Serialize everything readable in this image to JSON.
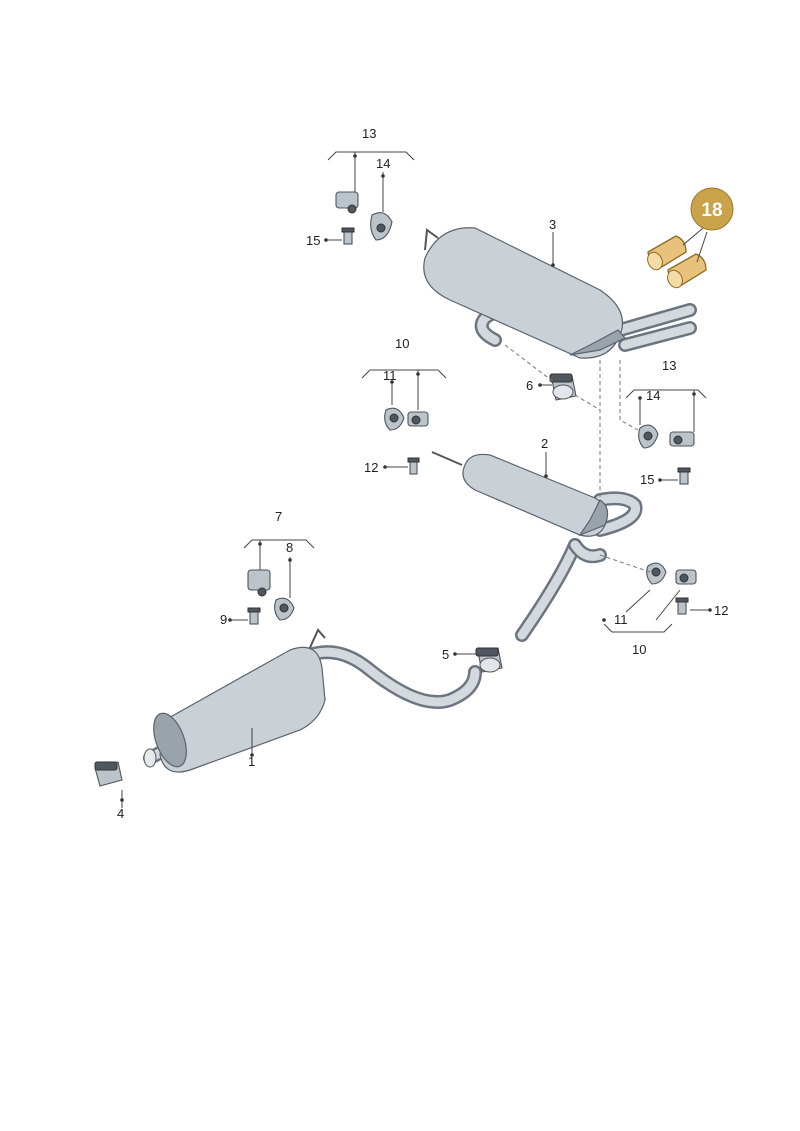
{
  "labels": {
    "l1": "1",
    "l2": "2",
    "l3": "3",
    "l4": "4",
    "l5": "5",
    "l6": "6",
    "l7": "7",
    "l8": "8",
    "l9": "9",
    "l10a": "10",
    "l10b": "10",
    "l11a": "11",
    "l11b": "11",
    "l12a": "12",
    "l12b": "12",
    "l13a": "13",
    "l13b": "13",
    "l14a": "14",
    "l14b": "14",
    "l15a": "15",
    "l15b": "15",
    "highlight": "18"
  },
  "colors": {
    "highlight_badge": "#c9a24a",
    "highlighted_part": "#e8c27a",
    "part_gray": "#bcc4cb"
  }
}
